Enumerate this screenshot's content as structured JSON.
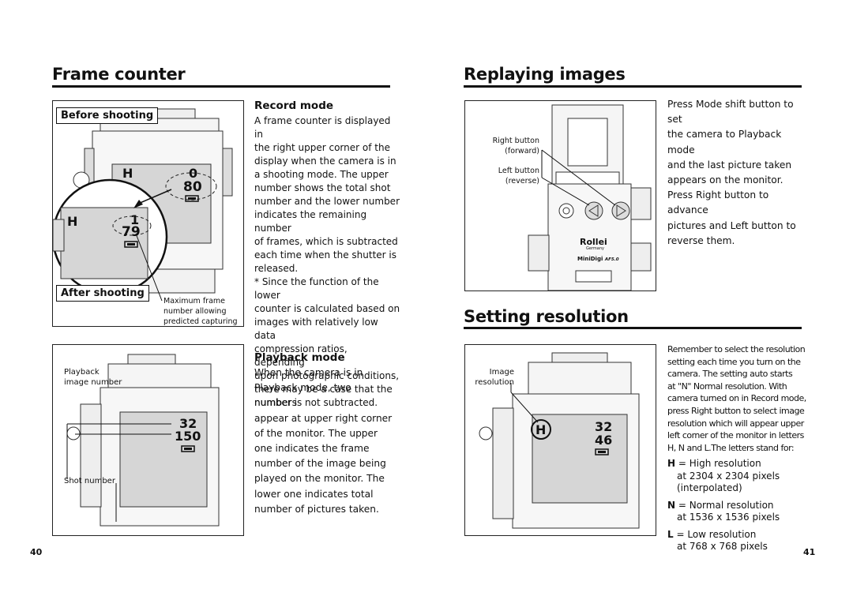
{
  "left": {
    "title": "Frame counter",
    "record_mode": {
      "heading": "Record mode",
      "text": "A frame counter is displayed in\nthe right upper corner of the\ndisplay when the camera is in\na shooting mode. The upper\nnumber shows the total shot\nnumber and the lower number\nindicates the remaining number\nof frames, which is subtracted\neach time when the shutter is\nreleased.\n* Since the function of the lower\ncounter is calculated based on\nimages with relatively low data\ncompression ratios, depending\nupon photographic conditions,\nthere may be a case that the\nnumber is not subtracted."
    },
    "playback_mode": {
      "heading": "Playback mode",
      "text": "When the camera is in\nPlayback mode, two numbers\nappear at upper right corner\nof the monitor. The upper\none indicates the frame\nnumber of the image being\nplayed on the monitor. The\nlower one indicates total\nnumber of pictures taken."
    },
    "figure1": {
      "before_label": "Before shooting",
      "after_label": "After shooting",
      "mode_letter": "H",
      "top_upper": "0",
      "top_lower": "80",
      "zoom_upper": "1",
      "zoom_lower": "79",
      "note": "Maximum frame\nnumber allowing\npredicted capturing"
    },
    "figure2": {
      "playback_label": "Playback\nimage number",
      "shot_label": "Shot number",
      "upper": "32",
      "lower": "150"
    },
    "page_number": "40"
  },
  "right": {
    "title": "Replaying images",
    "replay_text": "Press Mode shift button to set\nthe camera to Playback mode\nand the last picture taken\nappears on the monitor.\nPress Right button to advance\npictures and Left button to\nreverse them.",
    "figure3": {
      "right_button": "Right button\n(forward)",
      "left_button": "Left button\n(reverse)",
      "brand": "Rollei",
      "brand_sub": "Germany",
      "model": "MiniDigi",
      "model_sub": "AF5.0"
    },
    "resolution_title": "Setting resolution",
    "resolution_text": "Remember to select the resolution\nsetting each time you turn on the\ncamera. The setting auto starts\nat  \"N\" Normal resolution. With\ncamera turned on in Record mode,\npress Right button to select image\nresolution which will appear upper\nleft corner of the monitor in letters\nH, N and L.The letters stand for:",
    "figure4": {
      "label": "Image\nresolution",
      "letter": "H",
      "upper": "32",
      "lower": "46"
    },
    "resolutions": [
      {
        "key": "H",
        "desc": " = High resolution",
        "detail": "at 2304 x 2304 pixels\n(interpolated)"
      },
      {
        "key": "N",
        "desc": " = Normal resolution",
        "detail": "at  1536 x 1536 pixels"
      },
      {
        "key": "L",
        "desc": " = Low resolution",
        "detail": "at 768 x 768 pixels"
      }
    ],
    "page_number": "41"
  }
}
